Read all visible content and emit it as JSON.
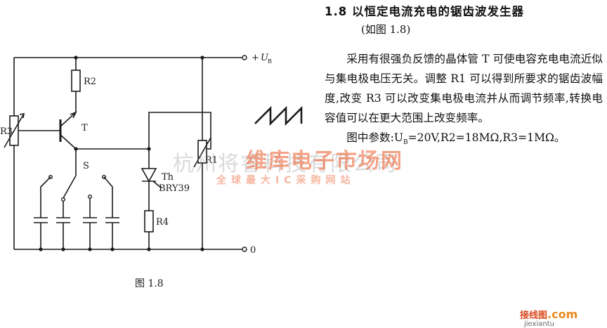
{
  "circuit": {
    "labels": {
      "r2": "R2",
      "r3": "R3",
      "r1": "R1",
      "r4": "R4",
      "t": "T",
      "s": "S",
      "th": "Th",
      "bry": "BRY39",
      "ub_sign": "+",
      "ub": "U",
      "ub_sub": "B",
      "zero": "0"
    },
    "caption": "图 1.8"
  },
  "article": {
    "title": "1.8  以恒定电流充电的锯齿波发生器",
    "subtitle": "(如图 1.8)",
    "para1": "采用有很强负反馈的晶体管 T 可使电容充电电流近似与集电极电压无关。调整 R1 可以得到所要求的锯齿波幅度,改变 R3 可以改变集电极电流并从而调节频率,转换电容值可以在更大范围上改变频率。",
    "para2": "图中参数:U",
    "para2_sub": "B",
    "para2_rest": "=20V,R2=18MΩ,R3=1MΩ。"
  },
  "watermark": {
    "bg": "杭州将睿科技有限公司",
    "main": "维库电子市场网",
    "sub": "全球最大IC采购网站"
  },
  "site_mark": {
    "cn": "接线图",
    "com": ".com",
    "url": "jiexiantu"
  }
}
